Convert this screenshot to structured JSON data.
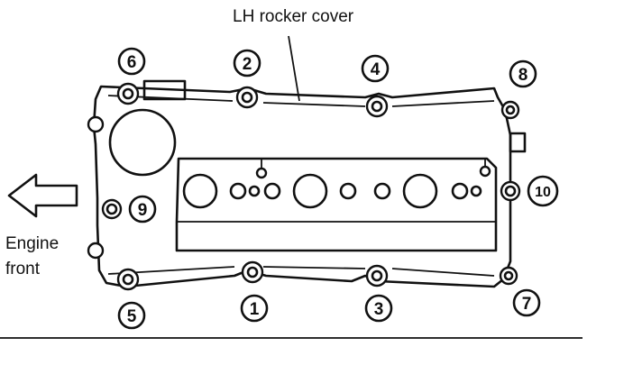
{
  "labels": {
    "title": "LH rocker cover",
    "engine": "Engine",
    "front": "front"
  },
  "bolts": [
    "1",
    "2",
    "3",
    "4",
    "5",
    "6",
    "7",
    "8",
    "9",
    "10"
  ]
}
